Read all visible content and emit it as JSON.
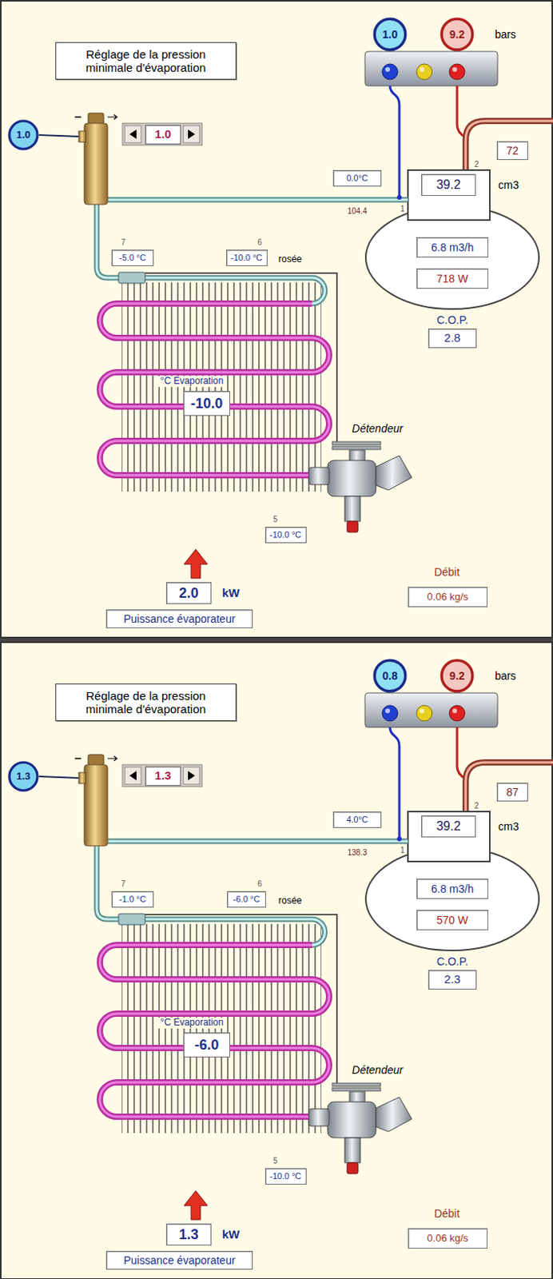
{
  "diagram": {
    "nodes": [
      {
        "text": [
          "Réglage de la pression minimale d'évaporation"
        ]
      },
      {
        "text": [
          "1.0"
        ]
      },
      {
        "text": [
          "1.0"
        ]
      },
      {
        "text": [
          "1.0"
        ]
      },
      {
        "text": [
          "9.2"
        ]
      },
      {
        "text": [
          "72"
        ]
      },
      {
        "text": [
          "0.0°C"
        ]
      },
      {
        "text": [
          "39.2"
        ]
      },
      {
        "text": [
          "6.8 m3/h"
        ]
      },
      {
        "text": [
          "718 W"
        ]
      },
      {
        "text": [
          "2.8"
        ]
      },
      {
        "text": [
          "-5.0 °C"
        ]
      },
      {
        "text": [
          "-10.0 °C"
        ]
      },
      {
        "text": [
          "-10.0"
        ]
      },
      {
        "text": [
          "-10.0 °C"
        ]
      },
      {
        "text": [
          "2.0"
        ]
      },
      {
        "text": [
          "Puissance évaporateur"
        ]
      },
      {
        "text": [
          "0.06 kg/s"
        ]
      },
      {
        "text": [
          "Réglage de la pression minimale d'évaporation"
        ]
      },
      {
        "text": [
          "1.3"
        ]
      },
      {
        "text": [
          "1.3"
        ]
      },
      {
        "text": [
          "0.8"
        ]
      },
      {
        "text": [
          "9.2"
        ]
      },
      {
        "text": [
          "87"
        ]
      },
      {
        "text": [
          "4.0°C"
        ]
      },
      {
        "text": [
          "39.2"
        ]
      },
      {
        "text": [
          "6.8 m3/h"
        ]
      },
      {
        "text": [
          "570 W"
        ]
      },
      {
        "text": [
          "2.3"
        ]
      },
      {
        "text": [
          "-1.0 °C"
        ]
      },
      {
        "text": [
          "-6.0 °C"
        ]
      },
      {
        "text": [
          "-6.0"
        ]
      },
      {
        "text": [
          "-10.0 °C"
        ]
      },
      {
        "text": [
          "1.3"
        ]
      },
      {
        "text": [
          "Puissance évaporateur"
        ]
      },
      {
        "text": [
          "0.06 kg/s"
        ]
      }
    ],
    "labels": [
      "bars",
      "2",
      "1",
      "104.4",
      "cm3",
      "C.O.P.",
      "7",
      "6",
      "rosée",
      "°C Evaporation",
      "Détendeur",
      "5",
      "kW",
      "Débit",
      "bars",
      "2",
      "1",
      "138.3",
      "cm3",
      "C.O.P.",
      "7",
      "6",
      "rosée",
      "°C Evaporation",
      "Détendeur",
      "5",
      "kW",
      "Débit"
    ]
  }
}
